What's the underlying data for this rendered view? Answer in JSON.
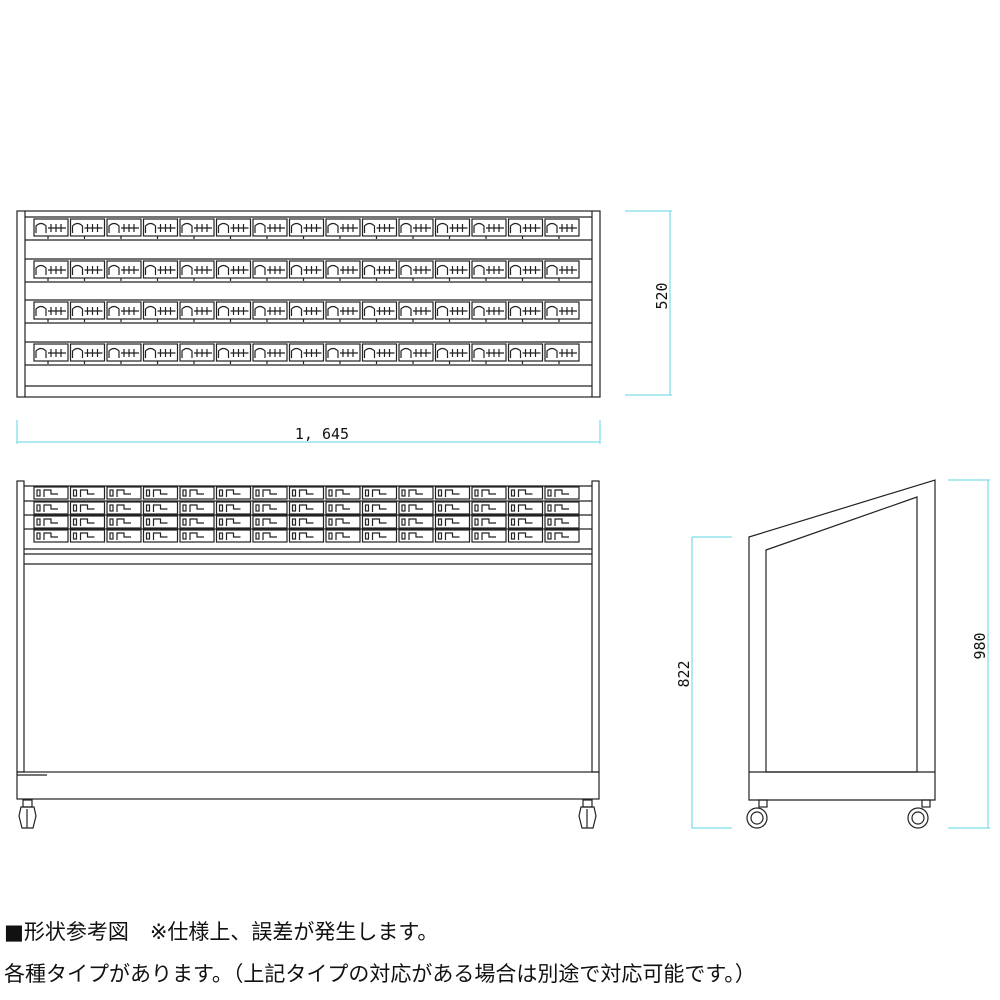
{
  "dimensions": {
    "top_height": "520",
    "width": "1, 645",
    "side_front_height": "822",
    "side_total_height": "980"
  },
  "notes": {
    "line1": "■形状参考図　※仕様上、誤差が発生します。",
    "line2": "各種タイプがあります。（上記タイプの対応がある場合は別途で対応可能です。）"
  },
  "colors": {
    "line": "#222222",
    "dimension_line": "#5fd4e6",
    "background": "#ffffff"
  },
  "layout_info": {
    "shelf_rows": 4,
    "slots_per_row": 15
  }
}
